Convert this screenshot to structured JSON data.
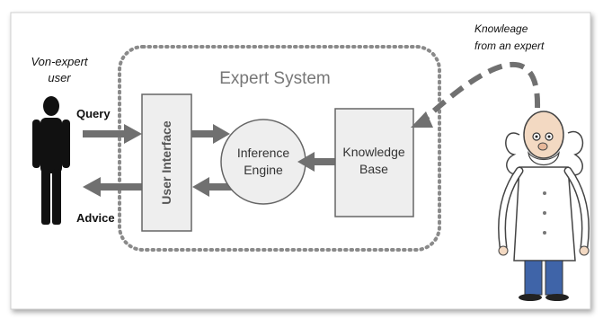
{
  "diagram": {
    "system_title": "Expert System",
    "user_label_line1": "Von-expert",
    "user_label_line2": "user",
    "query_label": "Query",
    "advice_label": "Advice",
    "user_interface_label": "User Interface",
    "inference_engine_line1": "Inference",
    "inference_engine_line2": "Engine",
    "knowledge_base_line1": "Knowledge",
    "knowledge_base_line2": "Base",
    "expert_label_line1": "Knowleage",
    "expert_label_line2": "from an expert"
  },
  "colors": {
    "arrow": "#707070",
    "box_fill": "#eeeeee",
    "box_stroke": "#666666",
    "dotted_border": "#8a8a8a",
    "title": "#777777",
    "person": "#111111"
  }
}
